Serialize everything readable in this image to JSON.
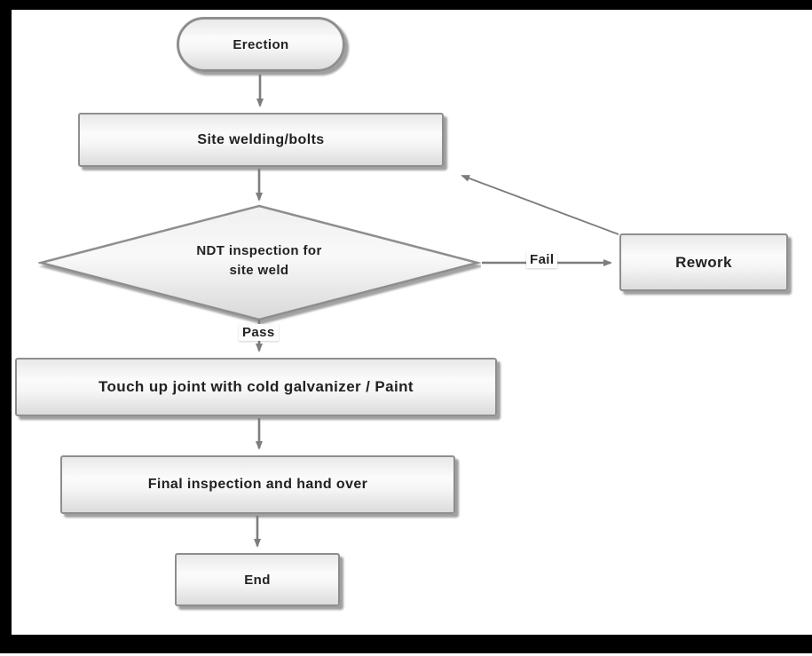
{
  "diagram": {
    "type": "flowchart",
    "nodes": [
      {
        "id": "start",
        "shape": "terminator",
        "label": "Erection"
      },
      {
        "id": "site-welding",
        "shape": "process",
        "label": "Site welding/bolts"
      },
      {
        "id": "ndt-inspection",
        "shape": "decision",
        "label": "NDT inspection for site weld",
        "label_line1": "NDT inspection for",
        "label_line2": "site weld"
      },
      {
        "id": "rework",
        "shape": "process",
        "label": "Rework"
      },
      {
        "id": "touch-up",
        "shape": "process",
        "label": "Touch up joint with cold galvanizer / Paint"
      },
      {
        "id": "final-inspection",
        "shape": "process",
        "label": "Final inspection and hand over"
      },
      {
        "id": "end",
        "shape": "process",
        "label": "End"
      }
    ],
    "edges": [
      {
        "from": "start",
        "to": "site-welding",
        "label": ""
      },
      {
        "from": "site-welding",
        "to": "ndt-inspection",
        "label": ""
      },
      {
        "from": "ndt-inspection",
        "to": "rework",
        "label": "Fail"
      },
      {
        "from": "rework",
        "to": "site-welding",
        "label": ""
      },
      {
        "from": "ndt-inspection",
        "to": "touch-up",
        "label": "Pass"
      },
      {
        "from": "touch-up",
        "to": "final-inspection",
        "label": ""
      },
      {
        "from": "final-inspection",
        "to": "end",
        "label": ""
      }
    ],
    "colors": {
      "node_fill_top": "#e9e9e9",
      "node_fill_mid": "#fbfbfb",
      "node_fill_bottom": "#dcdcdc",
      "node_border": "#8e8e8e",
      "node_shadow": "#7a7a7a",
      "arrow": "#7d7d7d",
      "text": "#222222",
      "frame": "#000000",
      "background": "#ffffff"
    }
  }
}
